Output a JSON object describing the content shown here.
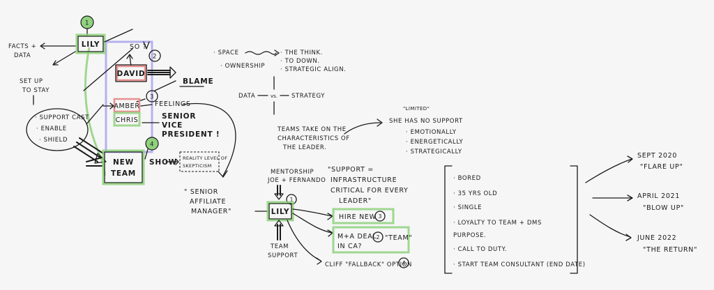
{
  "left": {
    "badge1": "1",
    "lily": "LILY",
    "facts_data": [
      "FACTS +",
      "DATA"
    ],
    "set_up": [
      "SET UP",
      "TO STAY"
    ],
    "so": "SO ?",
    "badge2": "2",
    "david": "DAVID",
    "blame": "BLAME",
    "badge3": "3",
    "amber": "AMBER",
    "chris": "CHRIS",
    "feelings": "FEELINGS",
    "support_list": [
      "· SUPPORT CAST",
      "· ENABLE",
      "· SHIELD"
    ],
    "senior_vp": [
      "SENIOR",
      "VICE",
      "PRESIDENT !"
    ],
    "badge4": "4",
    "new_team": [
      "NEW",
      "TEAM"
    ],
    "show": "SHOW",
    "reality": [
      "REALITY LEVEL OF",
      "SKEPTICISM"
    ],
    "senior_affiliate": [
      "\" SENIOR",
      "AFFILIATE",
      "MANAGER\""
    ]
  },
  "middle": {
    "space": "· SPACE",
    "ownership": "· OWNERSHIP",
    "think": [
      "· THE THINK.",
      "· TO DOWN.",
      "· STRATEGIC ALIGN."
    ],
    "data": "DATA",
    "vs": "vs.",
    "strategy": "STRATEGY",
    "teams": [
      "TEAMS TAKE ON THE",
      "CHARACTERISTICS OF",
      "THE LEADER."
    ],
    "limited": "\"LIMITED\"",
    "she_has": "SHE HAS NO SUPPORT",
    "she_list": [
      "· EMOTIONALLY",
      "· ENERGETICALLY",
      "· STRATEGICALLY"
    ]
  },
  "bottom": {
    "mentorship": [
      "MENTORSHIP",
      "JOE + FERNANDO"
    ],
    "badge1": "1",
    "lily": "LILY",
    "team_support": [
      "TEAM",
      "SUPPORT"
    ],
    "support_quote": [
      "\"SUPPORT =",
      "INFRASTRUCTURE",
      "CRITICAL FOR EVERY",
      "LEADER\""
    ],
    "hire_new": "HIRE NEW",
    "badge_hire": "3",
    "ma_deal": [
      "M+A DEAL",
      "IN CA?"
    ],
    "badge_ma": "2",
    "team_quote": "\"TEAM\"",
    "cliff": "CLIFF \"FALLBACK\" OPTION",
    "badge_cliff": "4"
  },
  "list": {
    "items": [
      "· BORED",
      "· 35 YRS OLD",
      "· SINGLE",
      "· LOYALTY TO TEAM + DMS",
      "  PURPOSE.",
      "· CALL TO DUTY.",
      "· START TEAM CONSULTANT (END DATE)"
    ]
  },
  "timeline": {
    "items": [
      {
        "date": "SEPT 2020",
        "quote": "\"FLARE UP\""
      },
      {
        "date": "APRIL 2021",
        "quote": "\"BLOW UP\""
      },
      {
        "date": "JUNE 2022",
        "quote": "\"THE RETURN\""
      }
    ]
  }
}
